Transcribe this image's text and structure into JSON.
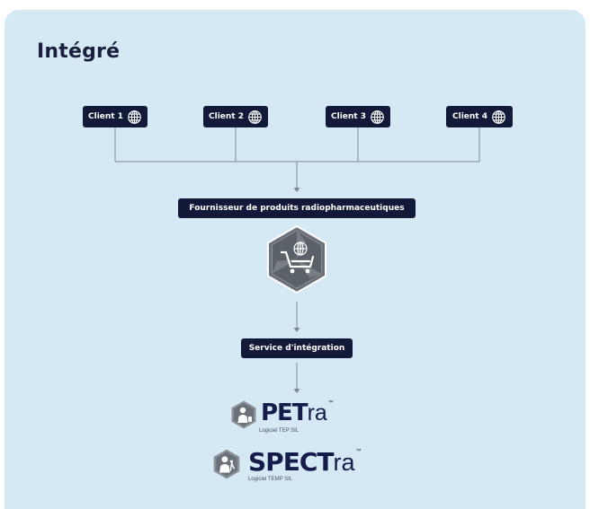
{
  "title": "Intégré",
  "clients": [
    {
      "label": "Client 1",
      "icon": "globe-icon"
    },
    {
      "label": "Client 2",
      "icon": "globe-icon"
    },
    {
      "label": "Client 3",
      "icon": "globe-icon"
    },
    {
      "label": "Client 4",
      "icon": "globe-icon"
    }
  ],
  "supplier": {
    "label": "Fournisseur de produits radiopharmaceutiques",
    "icon": "shopping-cart-globe-icon"
  },
  "integration_service": {
    "label": "Service d'intégration"
  },
  "products": [
    {
      "name_bold": "PET",
      "name_light": "ra",
      "trademark": "™",
      "subtitle": "Logiciel TEP SIL",
      "icon": "radiopharmacist-badge-icon"
    },
    {
      "name_bold": "SPECT",
      "name_light": "ra",
      "trademark": "™",
      "subtitle": "Logiciel TEMP SIL",
      "icon": "radiopharmacist-badge-icon"
    }
  ],
  "colors": {
    "panel_background": "#d5e9f5",
    "box_navy": "#131939",
    "connector": "#7d8a95",
    "hexagon_gray": "#6b7178",
    "brand_navy": "#151b4a"
  }
}
